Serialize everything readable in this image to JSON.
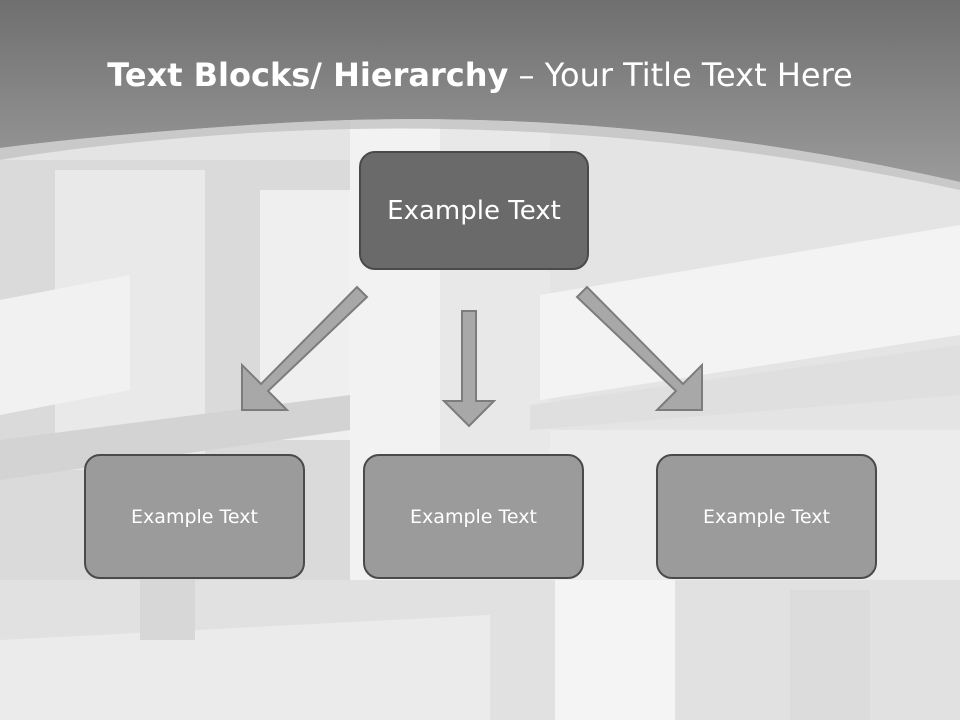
{
  "slide": {
    "title_bold": "Text Blocks/ Hierarchy",
    "title_dash": " – ",
    "title_rest": "Your Title Text Here"
  },
  "hierarchy": {
    "top": {
      "label": "Example Text"
    },
    "children": [
      {
        "label": "Example Text"
      },
      {
        "label": "Example Text"
      },
      {
        "label": "Example Text"
      }
    ]
  },
  "colors": {
    "header": "#8a8a8a",
    "top_box": "#6a6a6a",
    "child_box": "#9b9b9b",
    "border": "#4a4a4a",
    "arrow": "#a8a8a8"
  }
}
